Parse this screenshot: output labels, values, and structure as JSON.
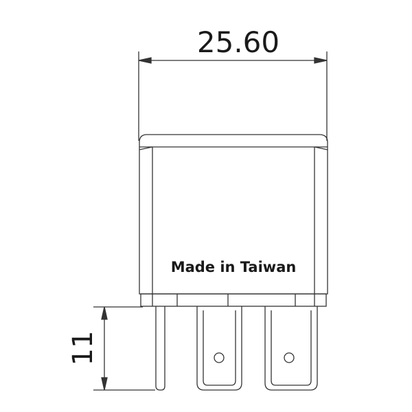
{
  "drawing": {
    "width_dimension": "25.60",
    "pin_length_dimension": "11",
    "body_label": "Made in Taiwan"
  }
}
